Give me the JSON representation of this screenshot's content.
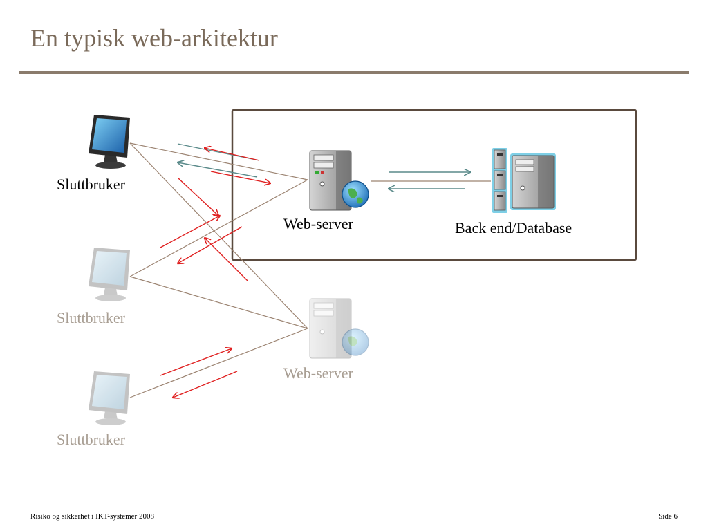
{
  "slide": {
    "title": "En typisk web-arkitektur"
  },
  "nodes": {
    "client_1": {
      "label": "Sluttbruker",
      "state": "active"
    },
    "client_2": {
      "label": "Sluttbruker",
      "state": "faded"
    },
    "client_3": {
      "label": "Sluttbruker",
      "state": "faded"
    },
    "web_server_1": {
      "label": "Web-server",
      "state": "active"
    },
    "web_server_2": {
      "label": "Web-server",
      "state": "faded"
    },
    "backend": {
      "label": "Back end/Database",
      "state": "active"
    }
  },
  "footer": {
    "left": "Risiko og sikkerhet i IKT-systemer 2008",
    "right": "Side 6"
  },
  "colors": {
    "title": "#7a6a5a",
    "rule": "#8a7b6c",
    "connector": "#9c8472",
    "request_arrow": "#e02020",
    "response_arrow": "#5a8a8a",
    "faded_label": "#a89e93",
    "box_border": "#5a4a3e"
  },
  "icons": {
    "client": "monitor-icon",
    "server": "server-tower-icon",
    "globe": "globe-icon",
    "database": "database-server-icon"
  }
}
